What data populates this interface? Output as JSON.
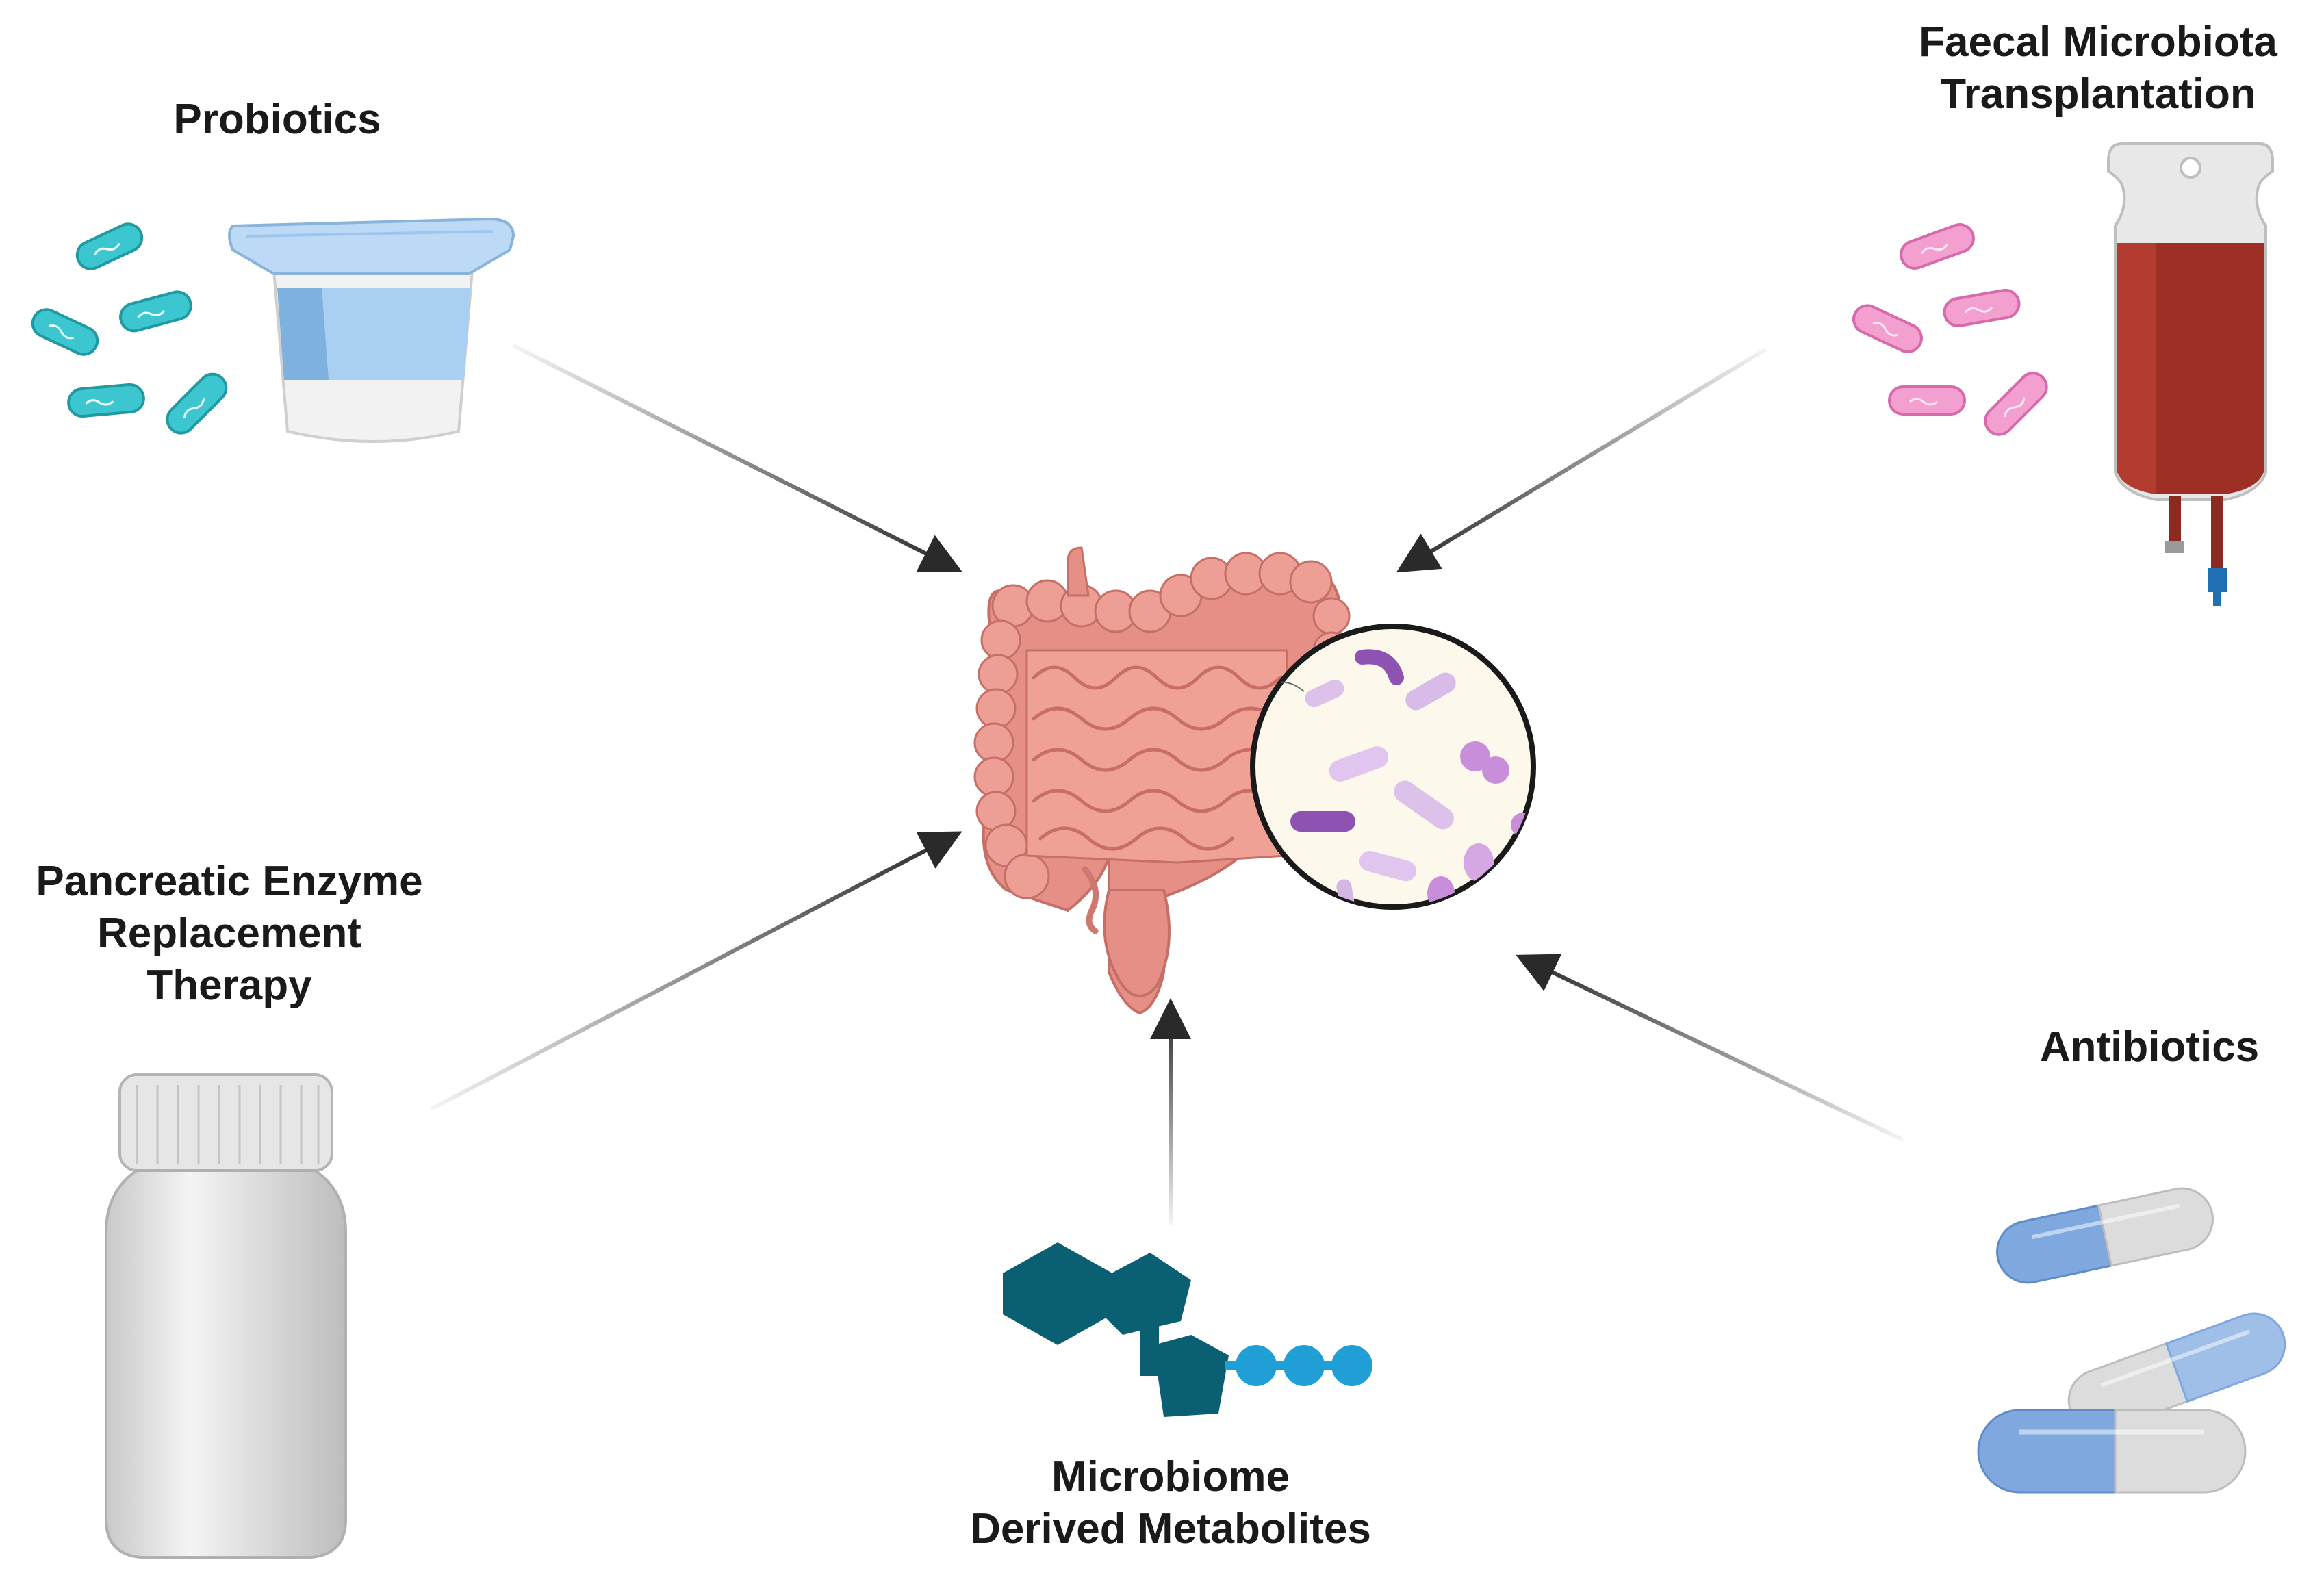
{
  "labels": {
    "probiotics": "Probiotics",
    "fmt_line1": "Faecal Microbiota",
    "fmt_line2": "Transplantation",
    "pert_line1": "Pancreatic Enzyme",
    "pert_line2": "Replacement",
    "pert_line3": "Therapy",
    "antibiotics": "Antibiotics",
    "mdm_line1": "Microbiome",
    "mdm_line2": "Derived Metabolites"
  },
  "colors": {
    "arrow": "#2a2a2a",
    "gut": "#e8968c",
    "gut_dark": "#c8685f",
    "bacteria_teal": "#29b5bd",
    "bacteria_pink": "#ea8fc6",
    "fmt_blood": "#9e2f24",
    "molecule_dark": "#0b5f73",
    "molecule_light": "#1f9fd6",
    "capsule_blue": "#7fa8df",
    "capsule_grey": "#dcdcdc"
  },
  "icons": {
    "center": "intestine-icon",
    "microbiome": "microbiome-magnifier-icon",
    "probiotics": "yogurt-cup-icon",
    "fmt": "iv-bag-icon",
    "pert": "pill-bottle-icon",
    "antibiotics": "capsules-icon",
    "metabolites": "molecule-icon"
  }
}
